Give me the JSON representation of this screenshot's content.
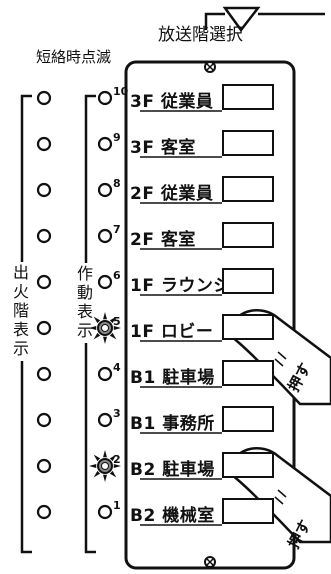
{
  "header": {
    "title": "放送階選択",
    "short_blink": "短絡時点滅"
  },
  "side_labels": {
    "fire_floor": "出火階表示",
    "operation": "作動表示"
  },
  "floors": [
    {
      "label": "3F 従業員",
      "number": "10",
      "blinking": false
    },
    {
      "label": "3F 客室",
      "number": "9",
      "blinking": false
    },
    {
      "label": "2F 従業員",
      "number": "8",
      "blinking": false
    },
    {
      "label": "2F 客室",
      "number": "7",
      "blinking": false
    },
    {
      "label": "1F ラウンジ",
      "number": "6",
      "blinking": false
    },
    {
      "label": "1F ロビー",
      "number": "5",
      "blinking": true
    },
    {
      "label": "B1 駐車場",
      "number": "4",
      "blinking": false
    },
    {
      "label": "B1 事務所",
      "number": "3",
      "blinking": false
    },
    {
      "label": "B2 駐車場",
      "number": "2",
      "blinking": true
    },
    {
      "label": "B2 機械室",
      "number": "1",
      "blinking": false
    }
  ],
  "press_labels": [
    "押す",
    "押す"
  ],
  "icons": {
    "speaker": "speaker-triangle-icon",
    "screw": "screw-icon",
    "finger": "finger-press-icon",
    "lamp": "indicator-lamp-icon"
  }
}
